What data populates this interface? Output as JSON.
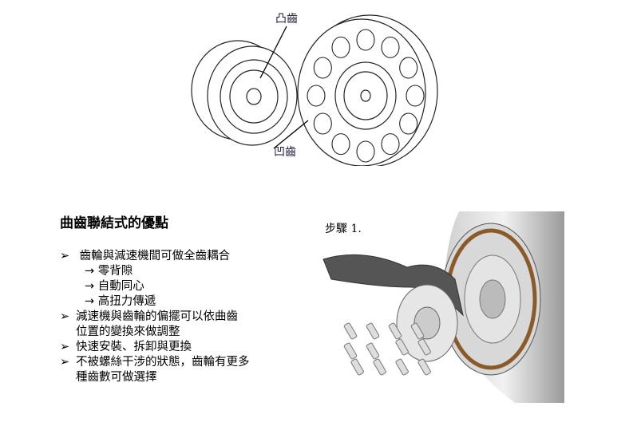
{
  "figure_top": {
    "label_convex": "凸齒",
    "label_concave": "凹齒"
  },
  "section": {
    "heading": "曲齒聯結式的優點",
    "bullets": [
      {
        "text": "齒輪與減速機間可做全齒耦合",
        "sub": [
          "零背隙",
          "自動同心",
          "高扭力傳遞"
        ]
      },
      {
        "text": "減速機與齒輪的偏擺可以依曲齒",
        "cont": "位置的變換來做調整"
      },
      {
        "text": "快速安裝、拆卸與更換"
      },
      {
        "text": "不被螺絲干涉的狀態，齒輪有更多",
        "cont": "種齒數可做選擇"
      }
    ],
    "bullet_marker": "➢",
    "arrow_marker": "→"
  },
  "figure_step": {
    "label": "步驟 1."
  }
}
